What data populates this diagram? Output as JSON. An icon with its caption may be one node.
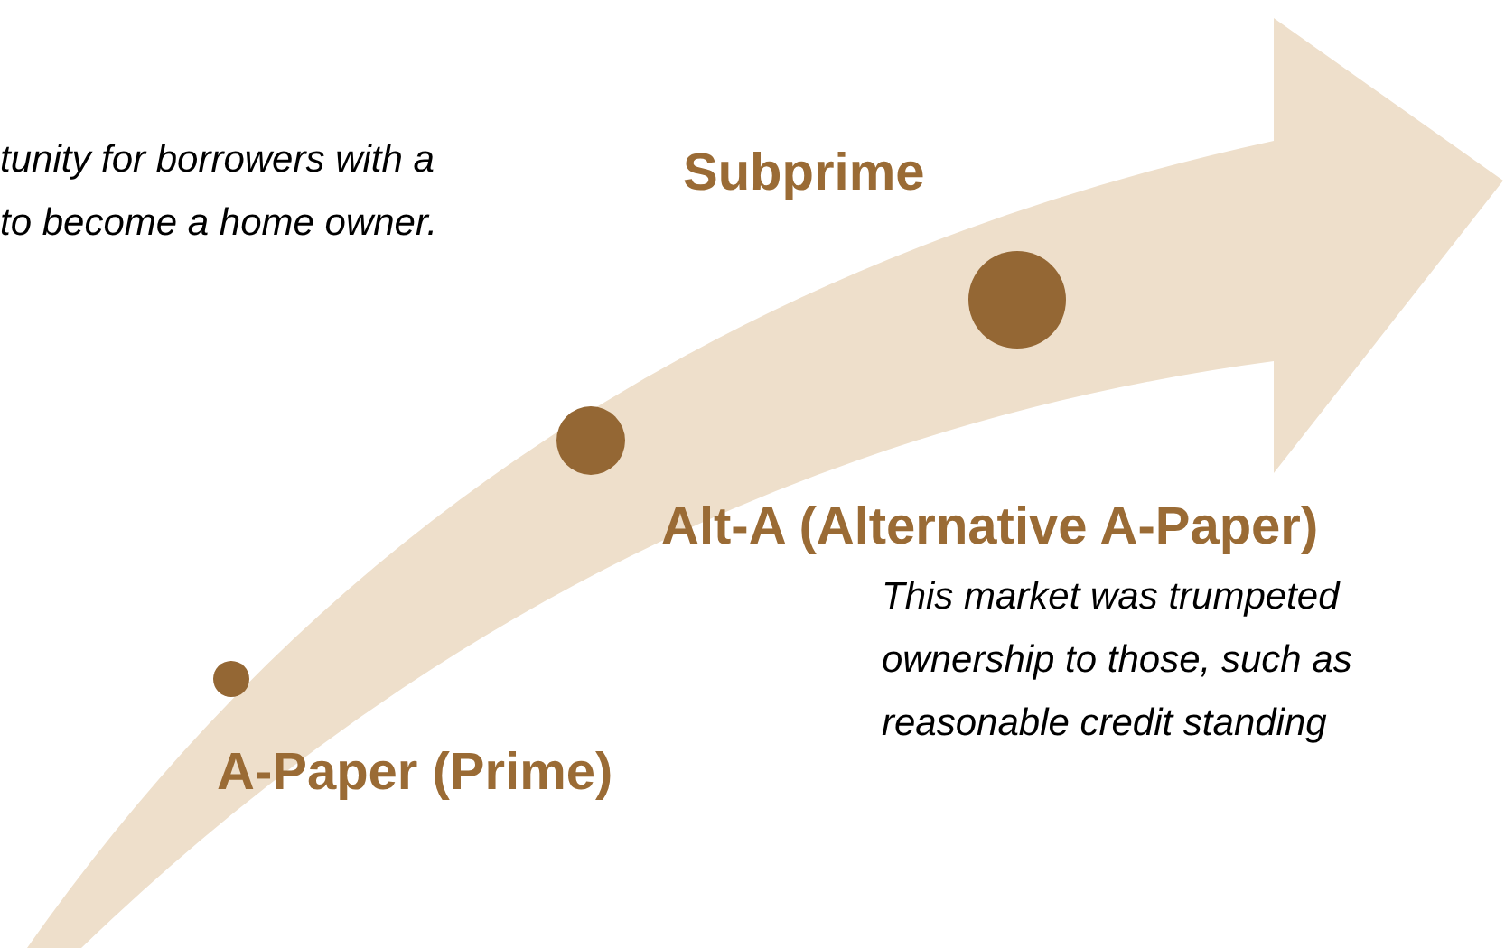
{
  "diagram": {
    "labels": [
      "tunity for borrowers with a",
      "to become a home owner.",
      "Subprime",
      "Alt-A (Alternative A-Paper)",
      "This market was trumpeted",
      "ownership to those, such as",
      "reasonable credit standing",
      "A-Paper (Prime)"
    ]
  }
}
